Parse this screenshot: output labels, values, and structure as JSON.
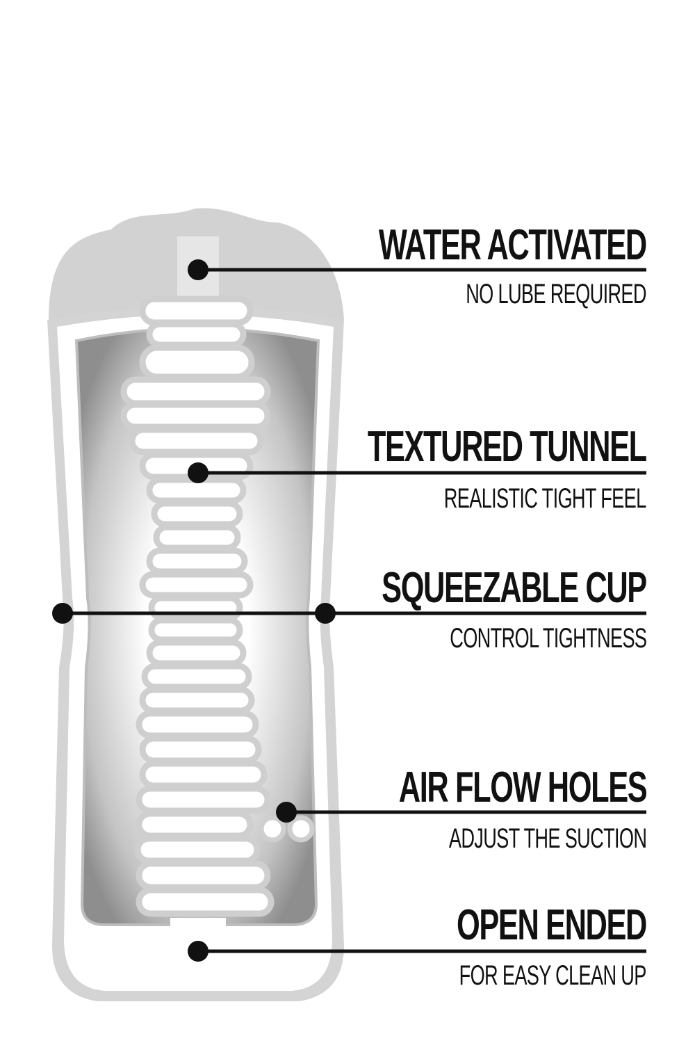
{
  "features": [
    {
      "title": "WATER ACTIVATED",
      "subtitle": "NO LUBE REQUIRED"
    },
    {
      "title": "TEXTURED TUNNEL",
      "subtitle": "REALISTIC TIGHT FEEL"
    },
    {
      "title": "SQUEEZABLE CUP",
      "subtitle": "CONTROL TIGHTNESS"
    },
    {
      "title": "AIR FLOW HOLES",
      "subtitle": "ADJUST THE SUCTION"
    },
    {
      "title": "OPEN ENDED",
      "subtitle": "FOR EASY CLEAN UP"
    }
  ],
  "colors": {
    "ink": "#111111",
    "shell": "#d4d4d4",
    "inner": "#a8a8a8",
    "rib": "#cfcfcf"
  }
}
